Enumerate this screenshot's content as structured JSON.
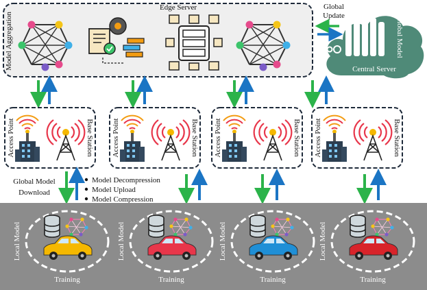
{
  "edge_server": {
    "title": "Edge Server",
    "side_label": "Model Aggregation"
  },
  "central_server": {
    "label": "Central Server",
    "side_label": "Global Model",
    "update_label_line1": "Global",
    "update_label_line2": "Update"
  },
  "stations": [
    {
      "left_label": "Access Point",
      "right_label": "Base Station"
    },
    {
      "left_label": "Access Point",
      "right_label": "Base Station"
    },
    {
      "left_label": "Access Point",
      "right_label": "Base Station"
    },
    {
      "left_label": "Access Point",
      "right_label": "Base Station"
    }
  ],
  "download_label_line1": "Global Model",
  "download_label_line2": "Download",
  "process_steps": [
    "Model Decompression",
    "Model Upload",
    "Model Compression"
  ],
  "vehicles": [
    {
      "side_label": "Local Model",
      "training_label": "Training",
      "car_color": "#f5b800"
    },
    {
      "side_label": "Local Model",
      "training_label": "Training",
      "car_color": "#e8364a"
    },
    {
      "side_label": "Local Model",
      "training_label": "Training",
      "car_color": "#1f8fd6"
    },
    {
      "side_label": "Local Model",
      "training_label": "Training",
      "car_color": "#d8232a"
    }
  ],
  "colors": {
    "arrow_down": "#2bb34a",
    "arrow_up": "#1b75c4",
    "cloud": "#4f8a78",
    "vehicle_band": "#8c8c8c"
  }
}
